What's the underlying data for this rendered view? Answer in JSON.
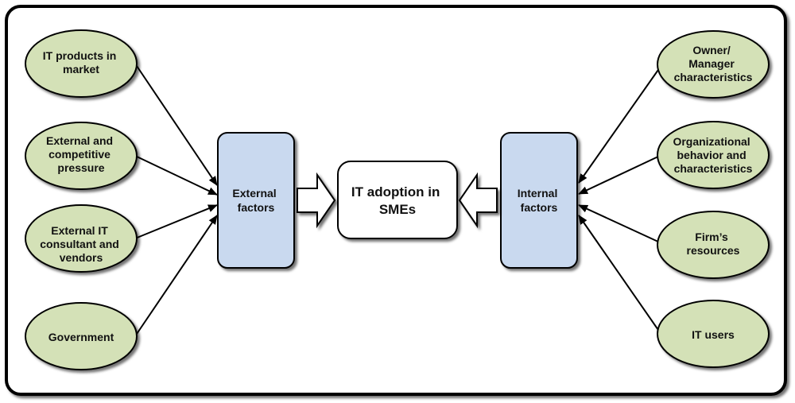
{
  "external_factors": {
    "label_lines": [
      "External",
      "factors"
    ],
    "items": [
      {
        "id": "it-products",
        "lines": [
          "IT products in",
          "market"
        ]
      },
      {
        "id": "competitive-pressure",
        "lines": [
          "External and",
          "competitive",
          "pressure"
        ]
      },
      {
        "id": "it-consultant",
        "lines": [
          "External IT",
          "consultant and",
          "vendors"
        ]
      },
      {
        "id": "government",
        "lines": [
          "Government"
        ]
      }
    ]
  },
  "center": {
    "lines": [
      "IT adoption in",
      "SMEs"
    ]
  },
  "internal_factors": {
    "label_lines": [
      "Internal",
      "factors"
    ],
    "items": [
      {
        "id": "owner-manager",
        "lines": [
          "Owner/",
          "Manager",
          "characteristics"
        ]
      },
      {
        "id": "organizational-behavior",
        "lines": [
          "Organizational",
          "behavior and",
          "characteristics"
        ]
      },
      {
        "id": "firm-resources",
        "lines": [
          "Firm’s",
          "resources"
        ]
      },
      {
        "id": "it-users",
        "lines": [
          "IT users"
        ]
      }
    ]
  },
  "colors": {
    "ellipse_fill": "#d4e1b7",
    "factor_box_fill": "#c9d9ef",
    "stroke": "#000000",
    "center_fill": "#ffffff"
  }
}
